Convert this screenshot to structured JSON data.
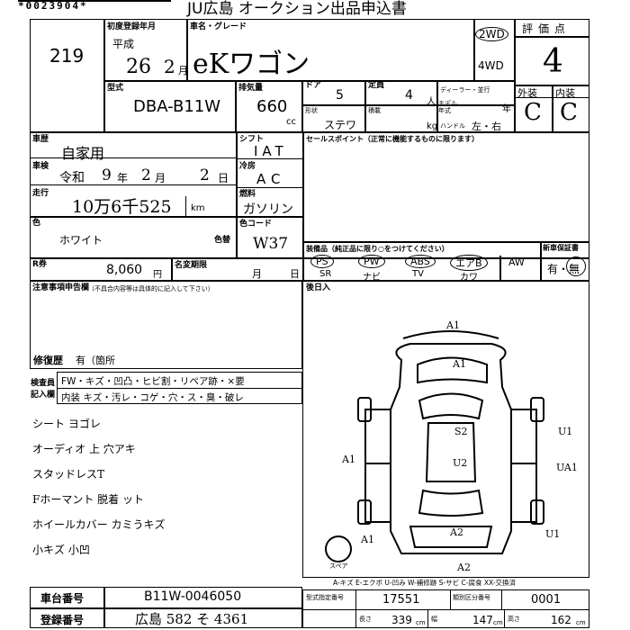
{
  "header": {
    "serial": "*0023904*",
    "title": "JU広島 オークション出品申込書"
  },
  "lot": {
    "number": "219"
  },
  "first_registration": {
    "label": "初度登録年月",
    "era": "平成",
    "year": "26",
    "month": "2",
    "month_unit": "月"
  },
  "car_name": {
    "label": "車名・グレード",
    "value": "eKワゴン"
  },
  "drive": {
    "option1": "2WD",
    "option2": "4WD"
  },
  "evaluation": {
    "label": "評価点",
    "score": "4",
    "exterior_label": "外装",
    "interior_label": "内装",
    "exterior": "C",
    "interior": "C"
  },
  "model": {
    "label": "型式",
    "value": "DBA-B11W"
  },
  "displacement": {
    "label": "排気量",
    "value": "660",
    "unit": "cc"
  },
  "doors": {
    "label": "ドア",
    "value": "5"
  },
  "capacity": {
    "label": "定員",
    "value": "4",
    "unit": "人"
  },
  "dealer": {
    "label": "ディーラー・並行"
  },
  "model_year": {
    "label": "モデル年式",
    "unit": "年"
  },
  "body_shape": {
    "label": "形状",
    "value": "ステワ"
  },
  "load": {
    "label": "積載",
    "unit": "kg"
  },
  "handle": {
    "label": "ハンドル",
    "value": "左・右"
  },
  "history": {
    "label": "車歴",
    "value": "自家用"
  },
  "inspection": {
    "label": "車検",
    "era": "令和",
    "year": "9",
    "year_unit": "年",
    "month": "2",
    "month_unit": "月",
    "day": "2",
    "day_unit": "日"
  },
  "mileage": {
    "label": "走行",
    "value": "10万6千525",
    "unit": "km"
  },
  "shift": {
    "label": "シフト",
    "value": "IAT"
  },
  "aircon": {
    "label": "冷房",
    "value": "AC"
  },
  "fuel": {
    "label": "燃料",
    "value": "ガソリン"
  },
  "color": {
    "label": "色",
    "value": "ホワイト",
    "paint_label": "色替",
    "code_label": "色コード",
    "code": "W37"
  },
  "recycle": {
    "label": "R券",
    "value": "8,060",
    "unit": "円"
  },
  "deadline": {
    "label": "名変期限",
    "month_unit": "月",
    "day_unit": "日"
  },
  "sales_point": {
    "label": "セールスポイント（正常に機能するものに限ります）"
  },
  "equipment": {
    "label": "装備品（純正品に限り○をつけてください）",
    "items_top": [
      "PS",
      "PW",
      "ABS",
      "エアB",
      "AW"
    ],
    "items_bottom": [
      "SR",
      "ナビ",
      "TV",
      "カワ"
    ],
    "warranty_label": "新車保証書",
    "warranty_value": "有・無"
  },
  "notes": {
    "label": "注意事項申告欄",
    "sublabel": "（不具合内容等は具体的に記入して下さい）"
  },
  "repair": {
    "label": "修復歴",
    "value": "有（箇所"
  },
  "inspector": {
    "label1": "検査員",
    "label2": "記入欄",
    "row1": "FW・キズ・凹凸・ヒビ割・リペア跡・×要",
    "row2": "内装 キズ・汚レ・コゲ・穴・ス・臭・破レ"
  },
  "handwritten_notes": [
    "シート ヨゴレ",
    "オーディオ 上 穴アキ",
    "スタッドレスT",
    "Fホーマント 脱着 ット",
    "ホイールカバー カミうキズ",
    "小キズ 小凹"
  ],
  "diagram": {
    "marks": [
      "A1",
      "A1",
      "A1",
      "S2",
      "U2",
      "U1",
      "UA1",
      "A2",
      "A1",
      "U1",
      "A2"
    ],
    "spare_label": "スペア"
  },
  "legend": {
    "text": "A-キズ E-エクボ U-凹み W-補修跡 S-サビ C-腐食 XX-交換済"
  },
  "footer": {
    "chassis_label": "車台番号",
    "chassis_value": "B11W-0046050",
    "plate_label": "登録番号",
    "plate_value": "広島 582 そ 4361",
    "cert_label": "型式指定番号",
    "cert_value": "17551",
    "class_label": "類別区分番号",
    "class_value": "0001",
    "length_label": "長さ",
    "length_value": "339",
    "length_unit": "cm",
    "width_label": "幅",
    "width_value": "147",
    "width_unit": "cm",
    "height_label": "高さ",
    "height_value": "162",
    "height_unit": "cm"
  }
}
